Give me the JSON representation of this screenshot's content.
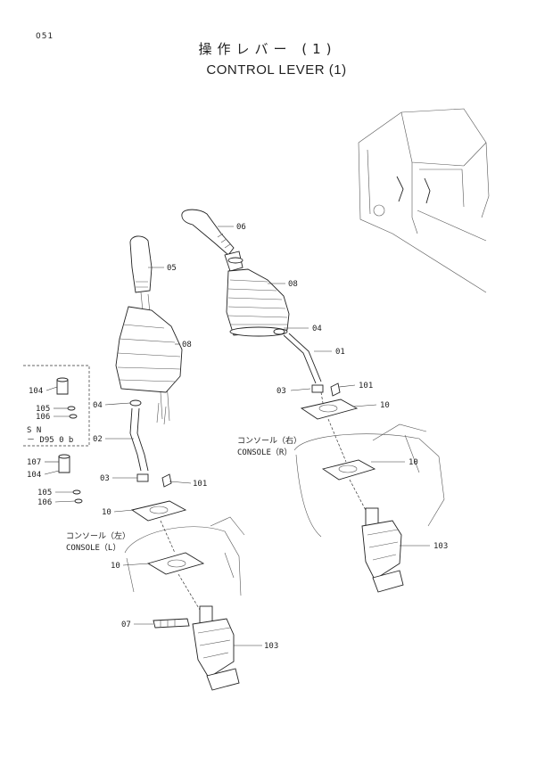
{
  "page_number": "051",
  "title_jp": "操作レバー (1)",
  "title_en": "CONTROL LEVER (1)",
  "consoles": {
    "right_jp": "コンソール（右）",
    "right_en": "CONSOLE（R）",
    "left_jp": "コンソール（左）",
    "left_en": "CONSOLE（L）"
  },
  "sn_box": {
    "sn": "S N",
    "range": "－ D95 0 b"
  },
  "callouts": {
    "c06": "06",
    "c08r": "08",
    "c04r": "04",
    "c01": "01",
    "c03r": "03",
    "c101r": "101",
    "c10r1": "10",
    "c10r2": "10",
    "c103r": "103",
    "c05": "05",
    "c08l": "08",
    "c04l": "04",
    "c02": "02",
    "c03l": "03",
    "c101l": "101",
    "c10l1": "10",
    "c10l2": "10",
    "c07": "07",
    "c103l": "103",
    "c104a": "104",
    "c105a": "105",
    "c106a": "106",
    "c107": "107",
    "c104b": "104",
    "c105b": "105",
    "c106b": "106"
  }
}
